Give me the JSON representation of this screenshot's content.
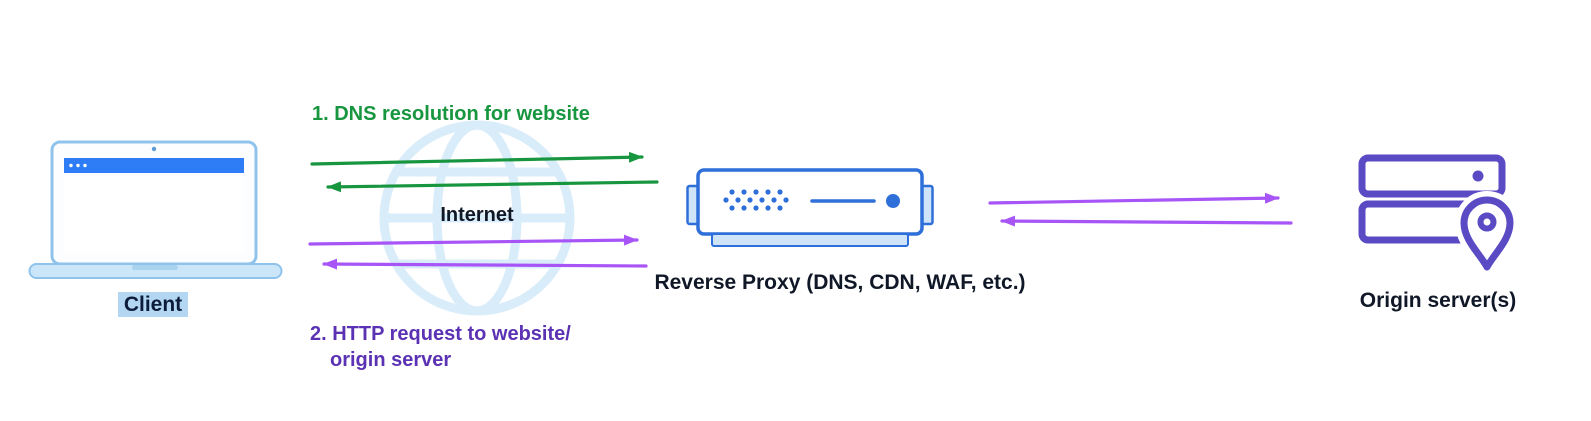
{
  "nodes": {
    "client": {
      "label": "Client",
      "icon": "laptop-icon",
      "highlight_color": "#b3d7f2"
    },
    "internet": {
      "label": "Internet",
      "icon": "globe-icon",
      "color": "#d9ecf9"
    },
    "reverse_proxy": {
      "label": "Reverse Proxy (DNS, CDN, WAF, etc.)",
      "icon": "proxy-appliance-icon",
      "color": "#2e6fd9"
    },
    "origin": {
      "label": "Origin server(s)",
      "icon": "server-stack-pin-icon",
      "color": "#5a4bc4"
    }
  },
  "flows": {
    "dns": {
      "label": "1. DNS resolution for website",
      "color": "#18963f",
      "direction": "bidirectional",
      "from": "Client",
      "to": "Reverse Proxy"
    },
    "http": {
      "label_line1": "2. HTTP request to website/",
      "label_line2": "origin server",
      "arrow_color": "#a855f7",
      "text_color": "#5b32b4",
      "direction": "bidirectional",
      "from": "Client",
      "to": "Reverse Proxy"
    },
    "proxy_origin": {
      "arrow_color": "#a855f7",
      "direction": "bidirectional",
      "from": "Reverse Proxy",
      "to": "Origin server(s)"
    }
  },
  "colors": {
    "background": "#ffffff",
    "text": "#101828",
    "laptop_bar_blue": "#2e7cf6",
    "laptop_outline": "#8fc3ec",
    "light_blue_fill": "#cfe4f8",
    "globe_blue": "#d9ecf9",
    "proxy_blue": "#2e6fd9",
    "origin_purple": "#5a4bc4"
  }
}
